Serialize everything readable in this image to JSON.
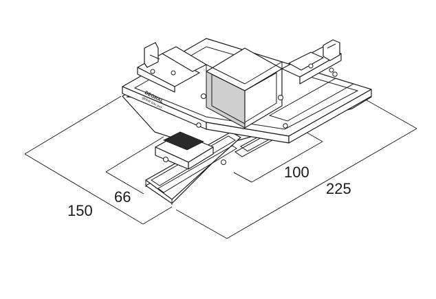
{
  "dimensions": {
    "d150": "150",
    "d66": "66",
    "d100": "100",
    "d225": "225"
  },
  "marking": {
    "brand": "DEGRAL",
    "subtext": "global trac pro"
  },
  "colors": {
    "line": "#1a1a1a",
    "background": "#ffffff"
  }
}
